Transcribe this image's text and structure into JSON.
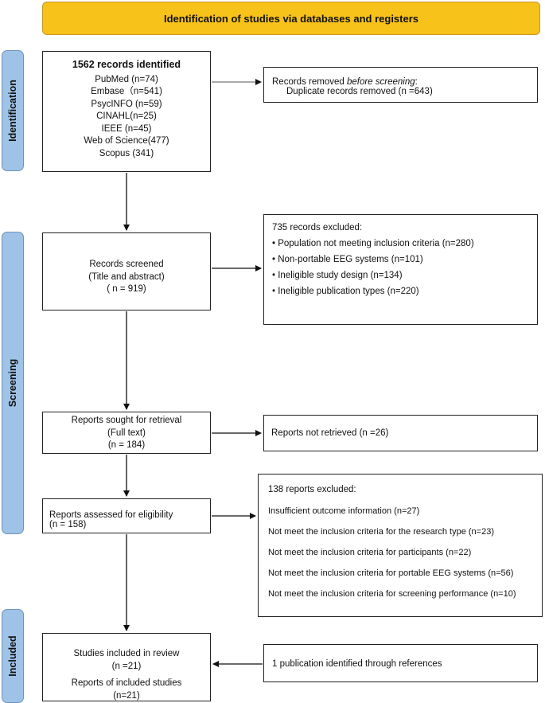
{
  "header": {
    "title": "Identification of studies via databases and registers"
  },
  "phases": {
    "identification": "Identification",
    "screening": "Screening",
    "included": "Included"
  },
  "records_identified": {
    "title": "1562 records identified",
    "sources": [
      "PubMed (n=74)",
      "Embase（n=541)",
      "PsycINFO (n=59)",
      "CINAHL(n=25)",
      "IEEE (n=45)",
      "Web of Science(477)",
      "Scopus (341)"
    ]
  },
  "records_removed": {
    "line1_prefix": "Records removed ",
    "line1_italic": "before screening",
    "line1_suffix": ":",
    "line2": "Duplicate records removed (n =643)"
  },
  "records_screened": {
    "lines": [
      "Records screened",
      "(Title and abstract)",
      "( n = 919)"
    ]
  },
  "records_excluded": {
    "title": "735 records excluded:",
    "items": [
      "• Population not meeting inclusion criteria (n=280)",
      "• Non-portable EEG systems (n=101)",
      "• Ineligible study design (n=134)",
      "• Ineligible publication types (n=220)"
    ]
  },
  "reports_sought": {
    "lines": [
      "Reports sought for retrieval",
      "(Full text)",
      "(n = 184)"
    ]
  },
  "reports_not_retrieved": {
    "text": "Reports not retrieved (n =26)"
  },
  "reports_assessed": {
    "line1": "Reports assessed for eligibility",
    "line2": "(n = 158)"
  },
  "reports_excluded": {
    "title": "138 reports excluded:",
    "items": [
      "Insufficient outcome information (n=27)",
      "Not meet the inclusion criteria for the research type (n=23)",
      "Not meet the inclusion criteria for participants (n=22)",
      "Not meet the inclusion criteria for portable EEG systems (n=56)",
      "Not meet the inclusion criteria for screening performance (n=10)"
    ]
  },
  "studies_included": {
    "lines": [
      "Studies included in review",
      "(n =21)",
      "Reports of included studies",
      "(n=21)"
    ]
  },
  "references": {
    "text": "1  publication identified through references"
  },
  "colors": {
    "header_fill": "#f7c21a",
    "phase_fill": "#9fc3e7",
    "border": "#222222"
  }
}
